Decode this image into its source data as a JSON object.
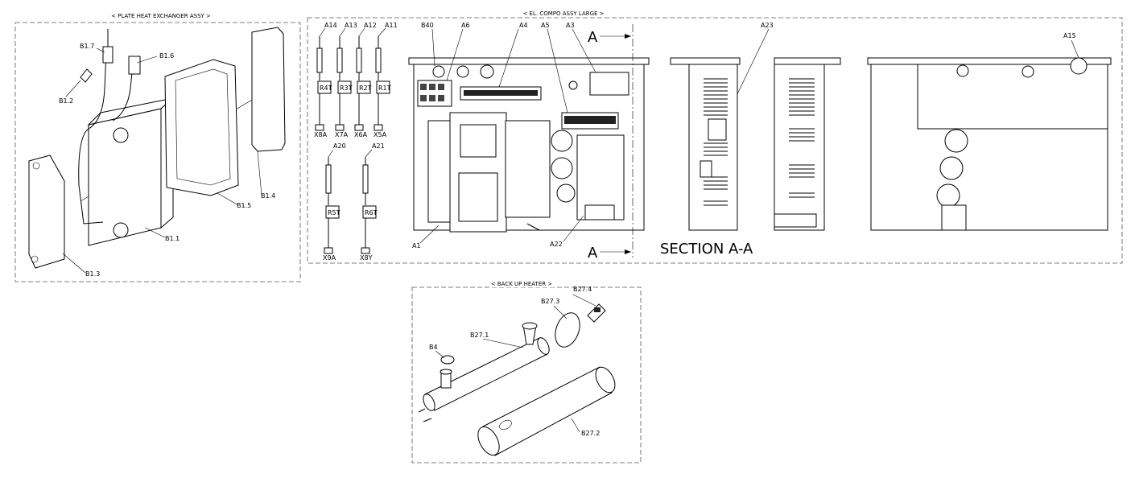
{
  "groups": {
    "plate": "< PLATE HEAT EXCHANGER ASSY >",
    "elcompo": "< EL. COMPO ASSY LARGE >",
    "backup": "< BACK UP HEATER >"
  },
  "section_title": "SECTION A-A",
  "section_mark": "A",
  "plate_labels": {
    "b17": "B1.7",
    "b16": "B1.6",
    "b12": "B1.2",
    "b13": "B1.3",
    "b11": "B1.1",
    "b15": "B1.5",
    "b14": "B1.4"
  },
  "sensor_labels": {
    "a14": "A14",
    "a13": "A13",
    "a12": "A12",
    "a11": "A11",
    "a20": "A20",
    "a21": "A21",
    "r4t": "R4T",
    "r3t": "R3T",
    "r2t": "R2T",
    "r1t": "R1T",
    "r5t": "R5T",
    "r6t": "R6T",
    "x8a": "X8A",
    "x7a": "X7A",
    "x6a": "X6A",
    "x5a": "X5A",
    "x9a": "X9A",
    "x8y": "X8Y"
  },
  "compo_labels": {
    "b40": "B40",
    "a6": "A6",
    "a4": "A4",
    "a5": "A5",
    "a3": "A3",
    "a1": "A1",
    "a22": "A22",
    "a23": "A23",
    "a15": "A15"
  },
  "heater_labels": {
    "b274": "B27.4",
    "b273": "B27.3",
    "b271": "B27.1",
    "b4": "B4",
    "b272": "B27.2"
  }
}
